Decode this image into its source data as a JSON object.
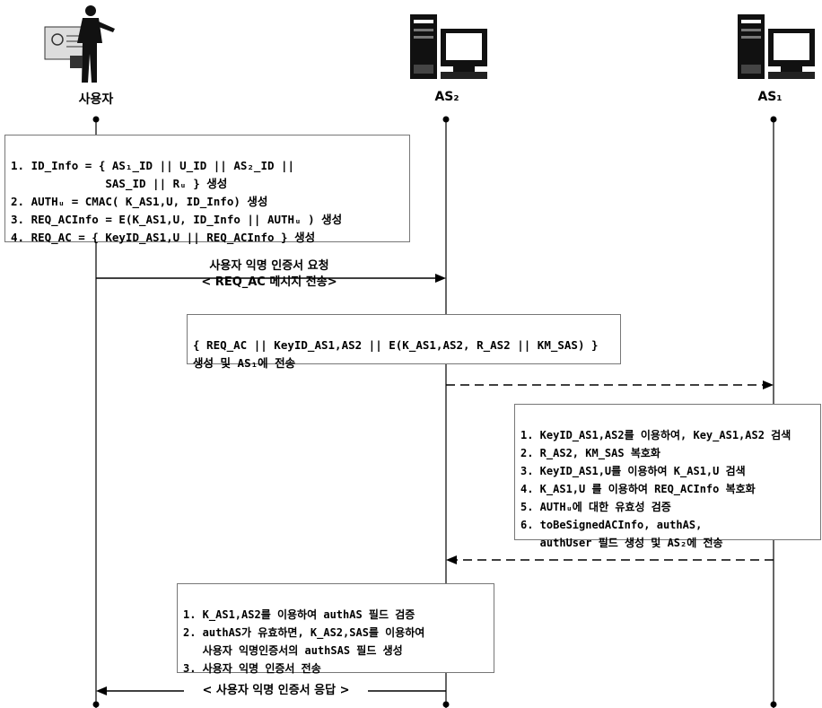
{
  "actors": {
    "user": "사용자",
    "as2": "AS₂",
    "as1": "AS₁"
  },
  "boxes": {
    "user_steps": [
      "1. ID_Info = { AS₁_ID || U_ID || AS₂_ID ||",
      "              SAS_ID || Rᵤ } 생성",
      "2. AUTHᵤ = CMAC( K_AS1,U, ID_Info) 생성",
      "3. REQ_ACInfo = E(K_AS1,U, ID_Info || AUTHᵤ ) 생성",
      "4. REQ_AC = { KeyID_AS1,U || REQ_ACInfo } 생성"
    ],
    "as2_forward": [
      "{ REQ_AC || KeyID_AS1,AS2 || E(K_AS1,AS2, R_AS2 || KM_SAS) }",
      "생성 및 AS₁에 전송"
    ],
    "as1_steps": [
      "1. KeyID_AS1,AS2를 이용하여, Key_AS1,AS2 검색",
      "2. R_AS2, KM_SAS 복호화",
      "3. KeyID_AS1,U를 이용하여 K_AS1,U 검색",
      "4. K_AS1,U 를 이용하여 REQ_ACInfo 복호화",
      "5. AUTHᵤ에 대한 유효성 검증",
      "6. toBeSignedACInfo, authAS,",
      "   authUser 필드 생성 및 AS₂에 전송"
    ],
    "as2_steps": [
      "1. K_AS1,AS2를 이용하여 authAS 필드 검증",
      "2. authAS가 유효하면, K_AS2,SAS를 이용하여",
      "   사용자 익명인증서의 authSAS 필드 생성",
      "3. 사용자 익명 인증서 전송"
    ]
  },
  "messages": {
    "request_line1": "사용자 익명 인증서 요청",
    "request_line2": "< REQ_AC 메시지 전송>",
    "response": "< 사용자 익명 인증서 응답 >"
  }
}
